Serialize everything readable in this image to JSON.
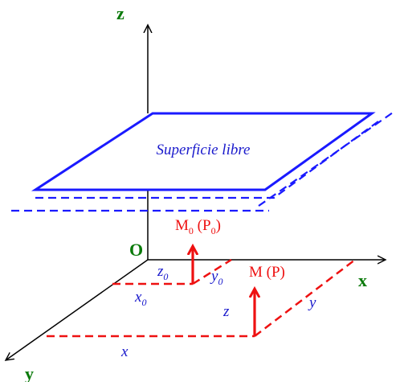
{
  "diagram": {
    "surface_label": "Superficie libre",
    "origin_label": "O",
    "axes": {
      "z": "z",
      "x": "x",
      "y": "y"
    },
    "m0": {
      "base": "M",
      "sub": "0",
      "p_open": " (P",
      "p_sub": "0",
      "p_close": ")"
    },
    "m": {
      "label": "M (P)"
    },
    "labels": {
      "z0_base": "z",
      "z0_sub": "0",
      "y0_base": "y",
      "y0_sub": "0",
      "x0_base": "x",
      "x0_sub": "0",
      "z": "z",
      "y": "y",
      "x": "x"
    }
  },
  "colors": {
    "axis": "#000000",
    "surface": "#1a1aff",
    "coords": "#ee1111",
    "axis_label": "#0a7a0a",
    "italic_label": "#1a1acc"
  }
}
